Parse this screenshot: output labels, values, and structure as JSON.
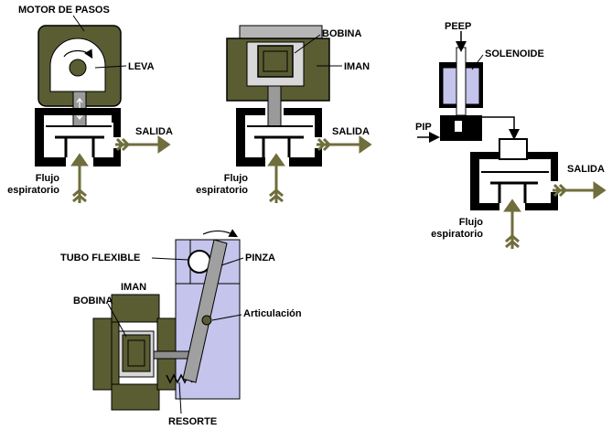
{
  "colors": {
    "olive": "#5a5c32",
    "olive_dark": "#3d3f1e",
    "arrow_olive": "#6f6e3c",
    "lavender": "#c4c4ec",
    "lavender_dark": "#9a9ad2",
    "gray": "#8e8e8e",
    "gray_light": "#b5b5b5",
    "body_gray": "#c8c8c8",
    "black": "#000000",
    "white": "#ffffff"
  },
  "panel_stepper": {
    "title": "MOTOR DE PASOS",
    "cam_label": "LEVA",
    "outlet_label": "SALIDA",
    "flow_label_line1": "Flujo",
    "flow_label_line2": "espiratorio"
  },
  "panel_magnet": {
    "coil_label": "BOBINA",
    "magnet_label": "IMAN",
    "outlet_label": "SALIDA",
    "flow_label_line1": "Flujo",
    "flow_label_line2": "espiratorio"
  },
  "panel_solenoid": {
    "peep_label": "PEEP",
    "solenoid_label": "SOLENOIDE",
    "pip_label": "PIP",
    "outlet_label": "SALIDA",
    "flow_label_line1": "Flujo",
    "flow_label_line2": "espiratorio"
  },
  "panel_pinch": {
    "tube_label": "TUBO FLEXIBLE",
    "clamp_label": "PINZA",
    "magnet_label": "IMAN",
    "coil_label": "BOBINA",
    "joint_label": "Articulación",
    "spring_label": "RESORTE"
  }
}
